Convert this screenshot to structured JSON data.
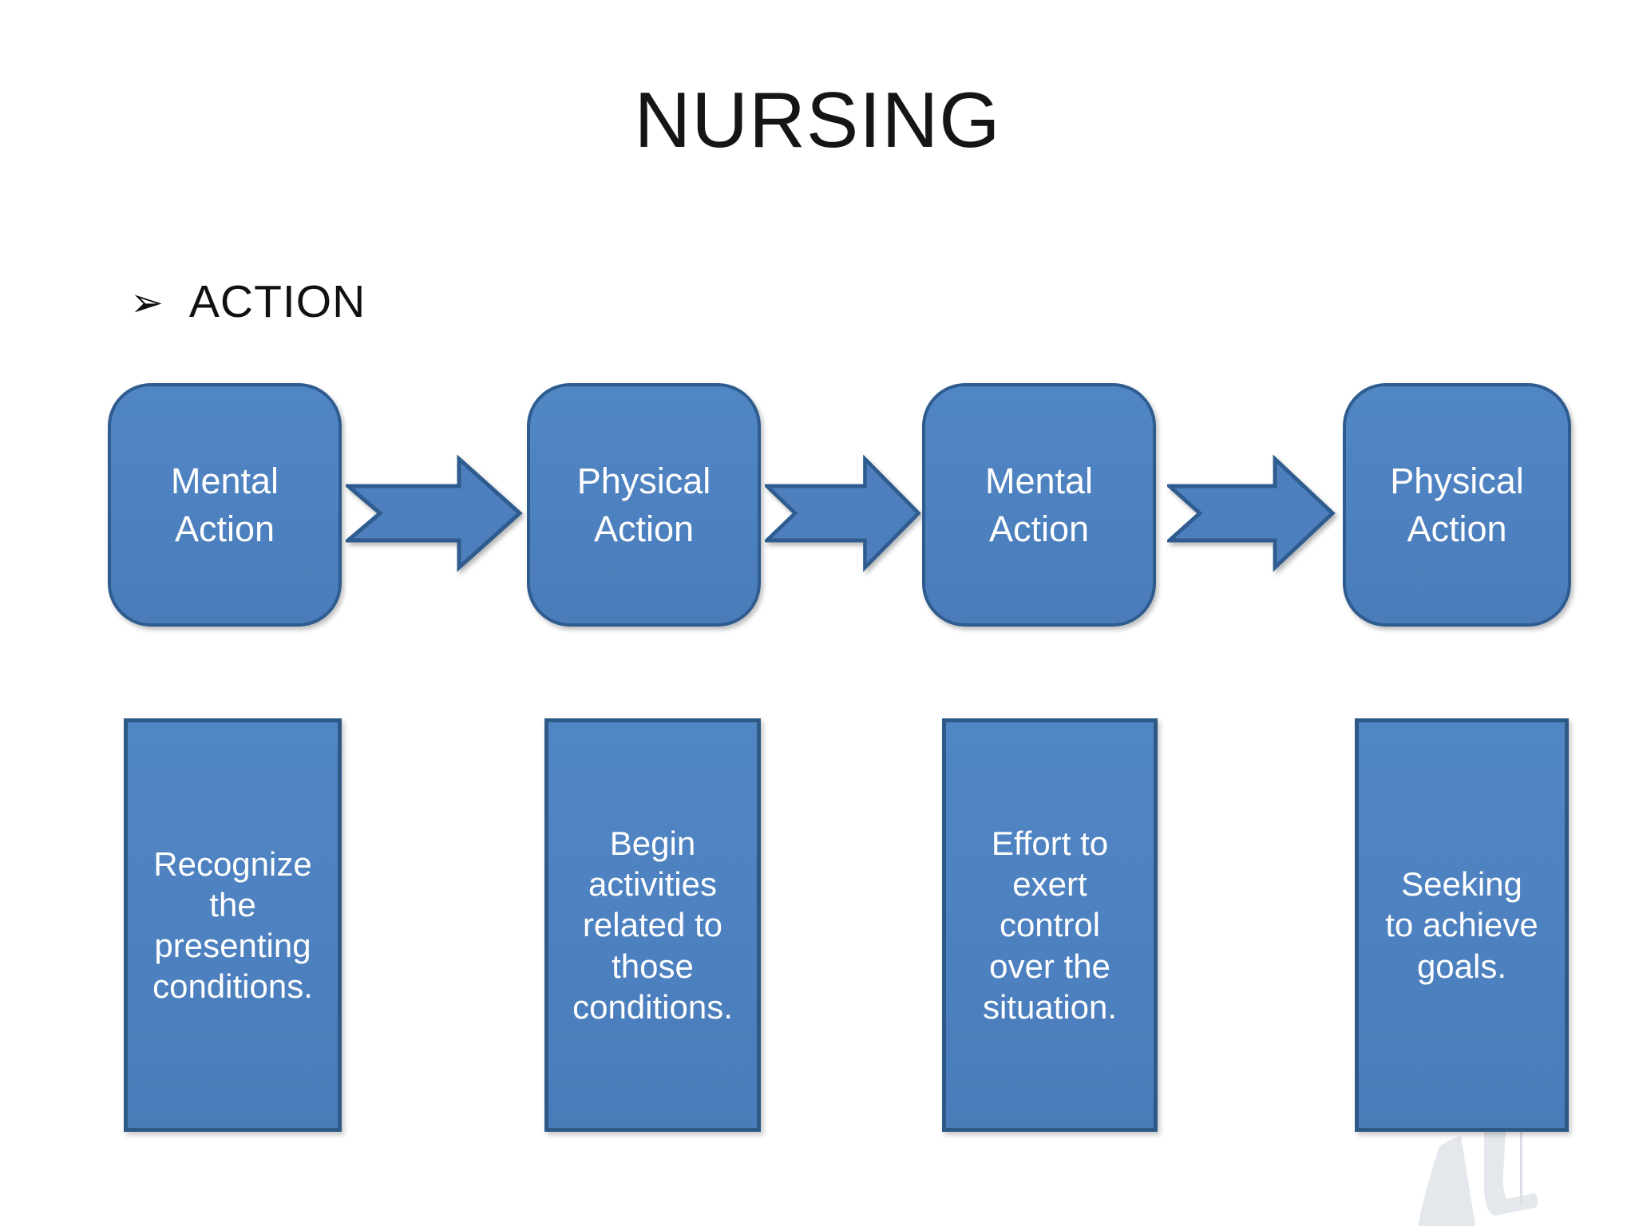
{
  "slide": {
    "title": "NURSING",
    "bullet": {
      "marker": "➢",
      "label": "ACTION"
    },
    "flow": {
      "arrow_icon": "notched-right-arrow",
      "steps": [
        {
          "label": "Mental\nAction",
          "description": "Recognize\nthe\npresenting\nconditions."
        },
        {
          "label": "Physical\nAction",
          "description": "Begin\nactivities\nrelated to\nthose\nconditions."
        },
        {
          "label": "Mental\nAction",
          "description": "Effort to\nexert\ncontrol\nover the\nsituation."
        },
        {
          "label": "Physical\nAction",
          "description": "Seeking\nto achieve\ngoals."
        }
      ]
    },
    "watermark": "nurse-figure-silhouette",
    "colors": {
      "shape_fill": "#4d7fbe",
      "shape_border": "#2f5c8f",
      "lower_box_border": "#2d5986",
      "shape_text": "#ffffff",
      "title_text": "#151515",
      "background": "#ffffff",
      "watermark": "#e4e7ec"
    }
  }
}
